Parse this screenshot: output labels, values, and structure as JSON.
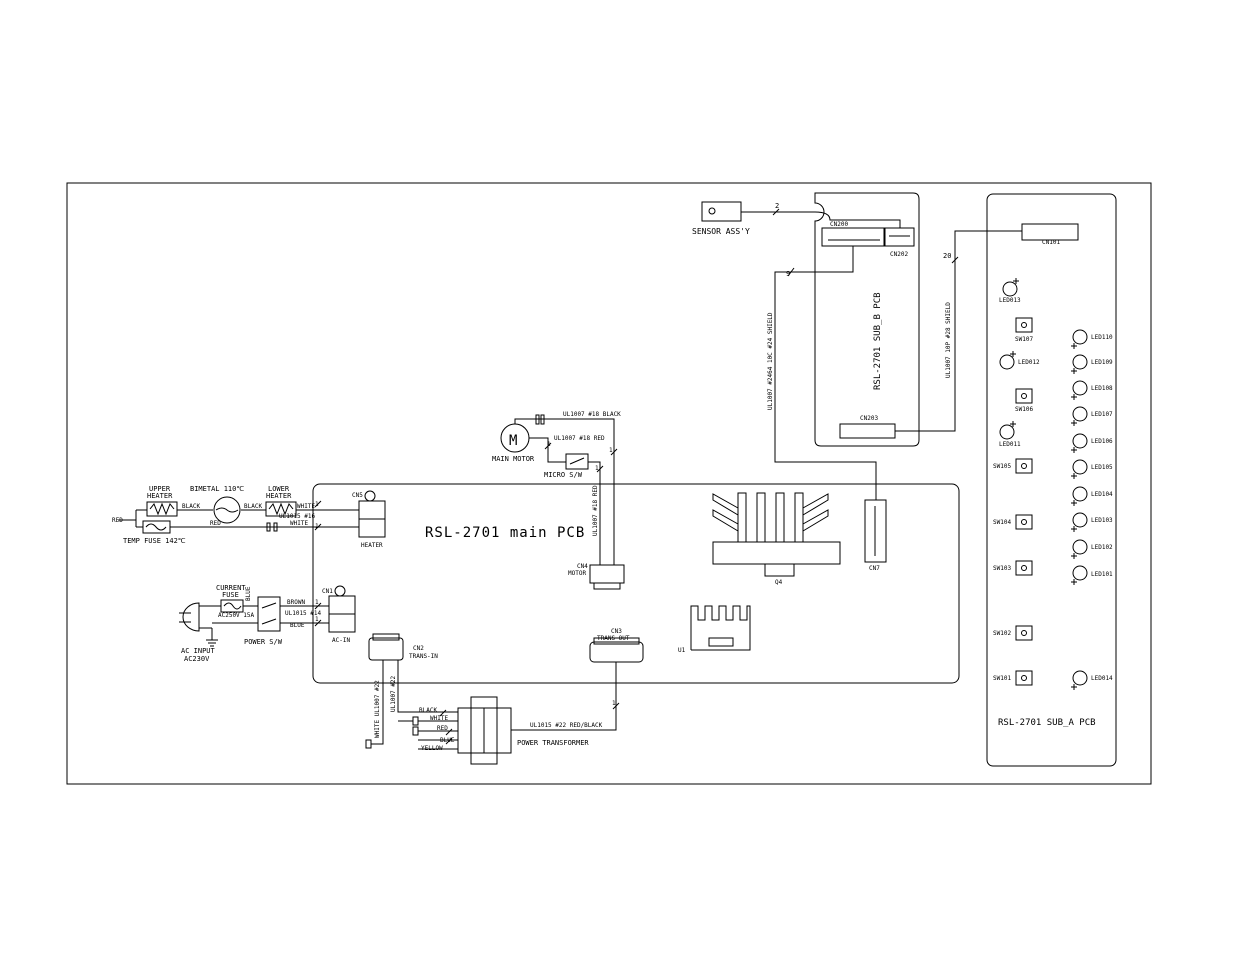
{
  "boards": {
    "main_pcb": "RSL-2701 main PCB",
    "sub_a_pcb": "RSL-2701 SUB_A PCB",
    "sub_b_pcb": "RSL-2701 SUB_B PCB"
  },
  "components": {
    "sensor": "SENSOR ASS'Y",
    "upper_heater": [
      "UPPER",
      "HEATER"
    ],
    "bimetal": "BIMETAL 110℃",
    "lower_heater": [
      "LOWER",
      "HEATER"
    ],
    "temp_fuse": "TEMP FUSE 142℃",
    "current_fuse": [
      "CURRENT",
      "FUSE"
    ],
    "current_fuse_rating": "AC250V 15A",
    "power_sw": "POWER S/W",
    "ac_input": [
      "AC INPUT",
      "AC230V"
    ],
    "main_motor": "MAIN MOTOR",
    "motor_symbol": "M",
    "micro_sw": "MICRO S/W",
    "power_transformer": "POWER TRANSFORMER",
    "u1": "U1",
    "q4": "Q4"
  },
  "connectors": {
    "cn5": "CN5",
    "cn5_sub": "HEATER",
    "cn1": "CN1",
    "cn1_sub": "AC-IN",
    "cn4": "CN4",
    "cn4_sub": "MOTOR",
    "cn2": "CN2",
    "cn2_sub": "TRANS-IN",
    "cn3": "CN3",
    "cn3_sub": "TRANS-OUT",
    "cn7": "CN7",
    "cn200": "CN200",
    "cn202": "CN202",
    "cn203": "CN203",
    "cn101": "CN101"
  },
  "wires": {
    "sensor_count": "2",
    "cn200_count": "9",
    "cn101_count": "20",
    "cable_left": "UL1007 #2464 10C #24 SHIELD",
    "cable_right": "UL1007 10P #28 SHIELD",
    "motor_black": "UL1007 #18 BLACK",
    "motor_red": "UL1007 #18 RED",
    "motor_red_v": "UL1007 #18 RED",
    "count_one": "1",
    "red": "RED",
    "black": "BLACK",
    "white": "WHITE",
    "white2": "WHITE",
    "brown": "BROWN",
    "blue": "BLUE",
    "blue2": "BLUE",
    "ul_a": "UL1015 #14",
    "ul_b": "UL1015 #16",
    "trans_out": "UL1015 #22 RED/BLACK",
    "trans_in_left": "WHITE UL1007 #22",
    "trans_in_right": "UL1007 #22",
    "black1": "BLACK",
    "white3": "WHITE",
    "red2": "RED",
    "blue3": "BLUE",
    "yellow": "YELLOW"
  },
  "sub_a": {
    "leds_right": [
      "LED110",
      "LED109",
      "LED108",
      "LED107",
      "LED106",
      "LED105",
      "LED104",
      "LED103",
      "LED102",
      "LED101"
    ],
    "led_bottom": "LED014",
    "leds_left": [
      "LED013",
      "LED012",
      "LED011"
    ],
    "switches": [
      "SW107",
      "SW106",
      "SW105",
      "SW104",
      "SW103",
      "SW102",
      "SW101"
    ]
  }
}
